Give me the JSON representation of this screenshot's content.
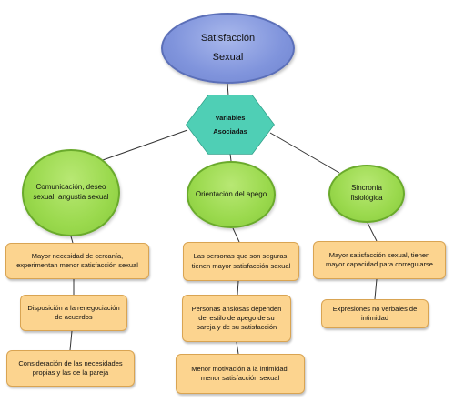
{
  "root": {
    "line1": "Satisfacción",
    "line2": "Sexual"
  },
  "hub": {
    "line1": "Variables",
    "line2": "Asociadas"
  },
  "branches": [
    {
      "title": "Comunicación, deseo sexual, angustia sexual",
      "items": [
        "Mayor necesidad de cercanía, experimentan menor satisfacción sexual",
        "Disposición a la renegociación de acuerdos",
        "Consideración de las necesidades propias y las de la pareja"
      ]
    },
    {
      "title": "Orientación del apego",
      "items": [
        "Las personas que son seguras, tienen mayor satisfacción sexual",
        "Personas ansiosas dependen del estilo de apego de su pareja y de su satisfacción",
        "Menor motivación a la intimidad, menor satisfacción sexual"
      ]
    },
    {
      "title": "Sincronía fisiológica",
      "items": [
        "Mayor satisfacción sexual, tienen mayor capacidad para corregularse",
        "Expresiones no verbales de intimidad"
      ]
    }
  ],
  "colors": {
    "root_fill": "#8094dc",
    "hub_fill": "#4fcfb5",
    "branch_fill": "#9ad94d",
    "box_fill": "#fcd48f",
    "connector": "#333333"
  }
}
